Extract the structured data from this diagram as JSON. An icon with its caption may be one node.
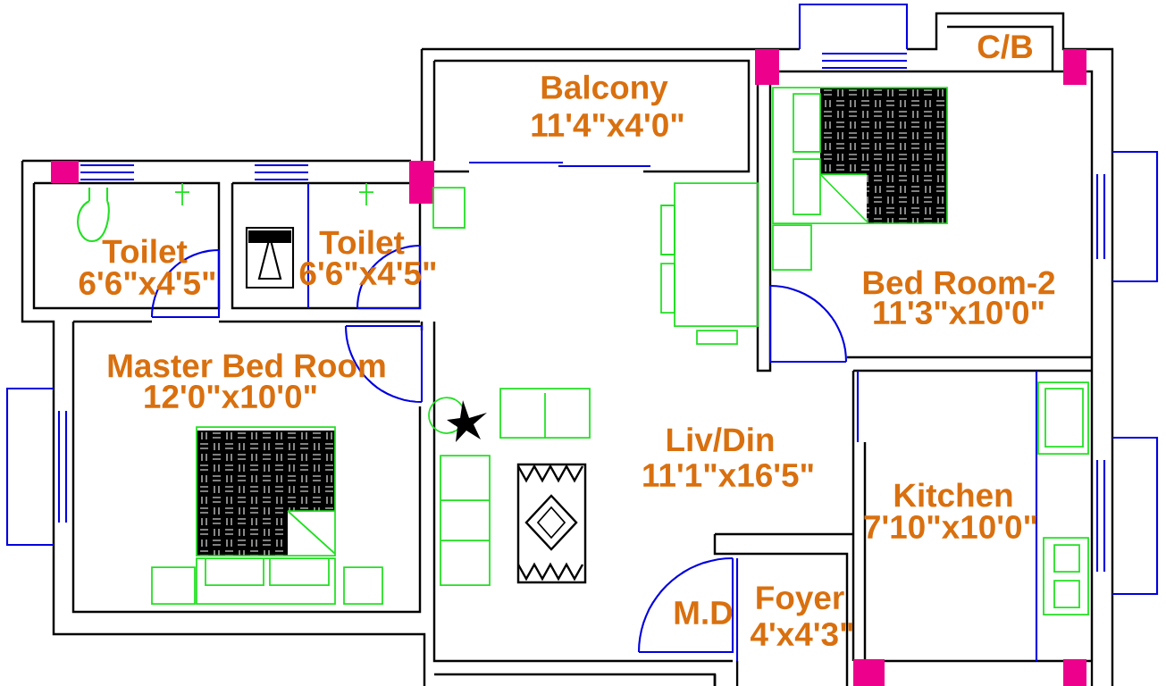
{
  "diagram": {
    "labels": [
      "C/B",
      "Balcony",
      "11'4\"x4'0\"",
      "Toilet",
      "6'6\"x4'5\"",
      "Toilet",
      "6'6\"x4'5\"",
      "Bed Room-2",
      "11'3\"x10'0\"",
      "Master Bed Room",
      "12'0\"x10'0\"",
      "Liv/Din",
      "11'1\"x16'5\"",
      "Kitchen",
      "7'10\"x10'0\"",
      "M.D",
      "Foyer",
      "4'x4'3\""
    ]
  }
}
